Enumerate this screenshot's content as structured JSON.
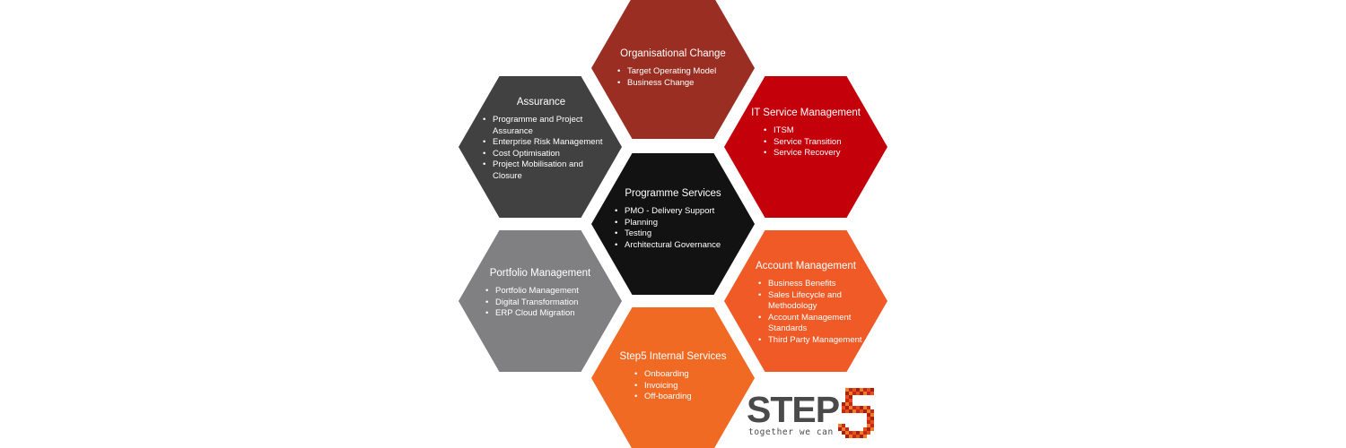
{
  "hexagons": {
    "organisational_change": {
      "title": "Organisational Change",
      "color": "#9a2e22",
      "items": [
        "Target Operating Model",
        "Business Change"
      ]
    },
    "assurance": {
      "title": "Assurance",
      "color": "#414141",
      "items": [
        "Programme and Project Assurance",
        "Enterprise Risk Management",
        "Cost Optimisation",
        "Project Mobilisation and Closure"
      ]
    },
    "it_service_management": {
      "title": "IT Service Management",
      "color": "#c4000b",
      "items": [
        "ITSM",
        "Service Transition",
        "Service Recovery"
      ]
    },
    "programme_services": {
      "title": "Programme Services",
      "color": "#121212",
      "items": [
        "PMO - Delivery Support",
        "Planning",
        "Testing",
        "Architectural Governance"
      ]
    },
    "portfolio_management": {
      "title": "Portfolio Management",
      "color": "#808082",
      "items": [
        "Portfolio Management",
        "Digital Transformation",
        "ERP Cloud Migration"
      ]
    },
    "account_management": {
      "title": "Account Management",
      "color": "#ef5a27",
      "items": [
        "Business Benefits",
        "Sales Lifecycle and Methodology",
        "Account Management Standards",
        "Third Party Management"
      ]
    },
    "step5_internal_services": {
      "title": "Step5 Internal Services",
      "color": "#f06a24",
      "items": [
        "Onboarding",
        "Invoicing",
        "Off-boarding"
      ]
    }
  },
  "logo": {
    "word": "STEP",
    "numeral": "5",
    "tagline": "together we can",
    "text_color": "#4a4a4a",
    "numeral_colors": [
      "#e84d1c",
      "#c42a14",
      "#f07b2a",
      "#a8200f"
    ]
  }
}
